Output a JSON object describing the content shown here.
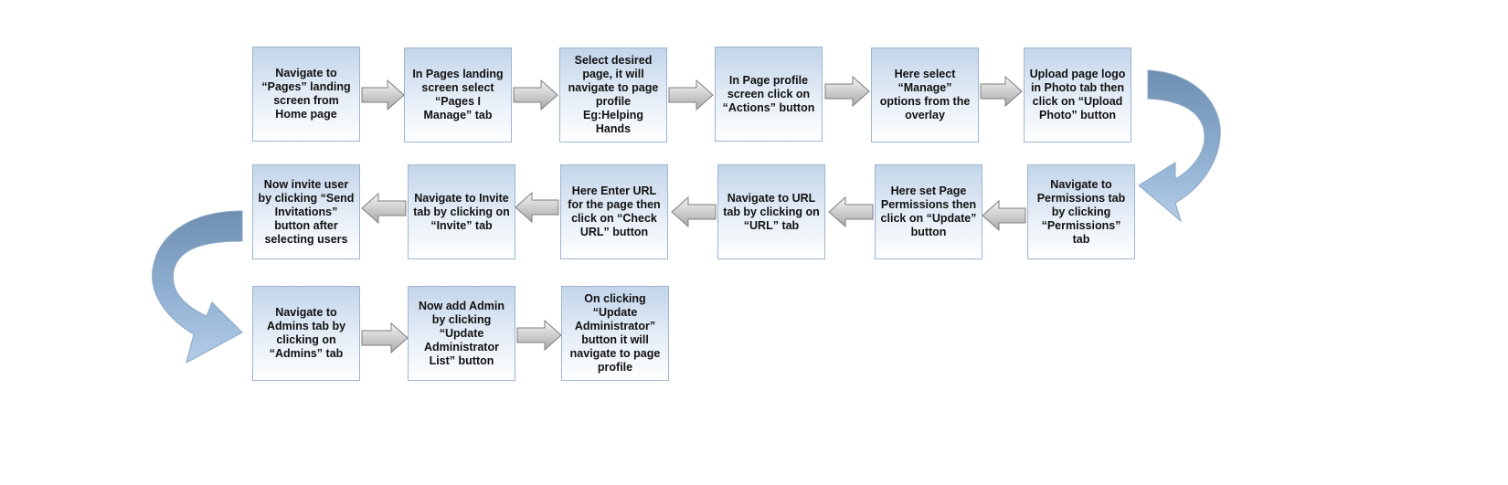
{
  "colors": {
    "box_border": "#9db5d1",
    "box_fill_top": "#c3d5ea",
    "box_fill_bottom": "#ffffff",
    "arrow_fill": "#c9c9c9",
    "arrow_stroke": "#7f7f7f",
    "curve_dark": "#6f8fb0",
    "curve_light": "#a9c4e2"
  },
  "steps": [
    {
      "id": "s1",
      "text": "Navigate to “Pages” landing screen from Home page"
    },
    {
      "id": "s2",
      "text": "In Pages landing screen select “Pages I Manage” tab"
    },
    {
      "id": "s3",
      "text": "Select desired page, it will navigate to page profile Eg:Helping Hands"
    },
    {
      "id": "s4",
      "text": "In Page profile screen click on “Actions” button"
    },
    {
      "id": "s5",
      "text": "Here select “Manage” options from the overlay"
    },
    {
      "id": "s6",
      "text": "Upload page logo in Photo tab then click on “Upload Photo” button"
    },
    {
      "id": "s7",
      "text": "Navigate to Permissions tab by clicking “Permissions” tab"
    },
    {
      "id": "s8",
      "text": "Here set Page Permissions then click on “Update” button"
    },
    {
      "id": "s9",
      "text": "Navigate to URL tab by clicking on “URL” tab"
    },
    {
      "id": "s10",
      "text": "Here Enter URL for the page then click on “Check URL” button"
    },
    {
      "id": "s11",
      "text": "Navigate to Invite tab by clicking on “Invite” tab"
    },
    {
      "id": "s12",
      "text": "Now invite user by clicking “Send Invitations” button after selecting users"
    },
    {
      "id": "s13",
      "text": "Navigate to Admins tab by clicking on “Admins” tab"
    },
    {
      "id": "s14",
      "text": "Now add Admin by clicking “Update Administrator List” button"
    },
    {
      "id": "s15",
      "text": "On clicking “Update Administrator” button it will navigate to page profile"
    }
  ]
}
